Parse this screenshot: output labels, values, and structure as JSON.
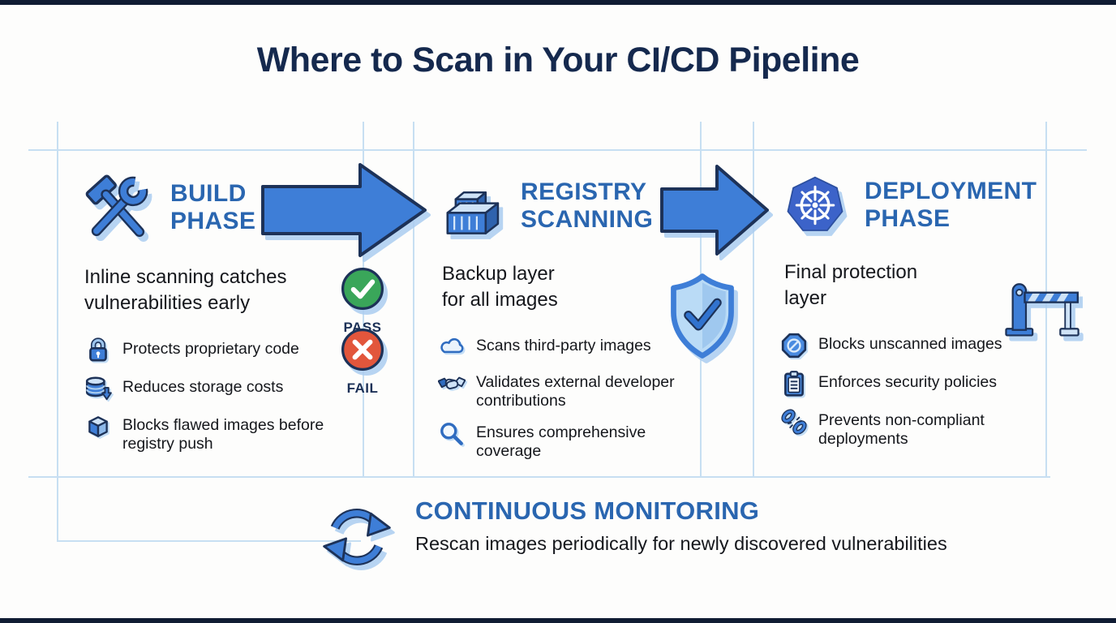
{
  "page": {
    "title": "Where to Scan in Your CI/CD Pipeline"
  },
  "colors": {
    "title_navy": "#15294e",
    "heading_blue": "#2a66b0",
    "primary_blue": "#3e7ed7",
    "outline_navy": "#1d3258",
    "shadow_blue": "#bcd9f3",
    "grid_line": "#c7dff2",
    "pass_green": "#3aa65a",
    "fail_red": "#e2563c",
    "body_text": "#15171c"
  },
  "columns": [
    {
      "icon": "hammer-wrench-icon",
      "title_lines": [
        "BUILD",
        "PHASE"
      ],
      "description_lines": [
        "Inline scanning catches",
        "vulnerabilities early"
      ],
      "bullets": [
        {
          "icon": "lock-icon",
          "text": "Protects proprietary code"
        },
        {
          "icon": "database-download-icon",
          "text": "Reduces storage costs"
        },
        {
          "icon": "package-box-icon",
          "text": "Blocks flawed images before registry push"
        }
      ]
    },
    {
      "icon": "container-stack-icon",
      "title_lines": [
        "REGISTRY",
        "SCANNING"
      ],
      "description_lines": [
        "Backup layer",
        "for all images"
      ],
      "bullets": [
        {
          "icon": "cloud-icon",
          "text": "Scans third-party images"
        },
        {
          "icon": "handshake-icon",
          "text": "Validates external developer contributions"
        },
        {
          "icon": "magnifier-icon",
          "text": "Ensures comprehensive coverage"
        }
      ]
    },
    {
      "icon": "kubernetes-helm-icon",
      "title_lines": [
        "DEPLOYMENT",
        "PHASE"
      ],
      "description_lines": [
        "Final protection",
        "layer"
      ],
      "bullets": [
        {
          "icon": "no-entry-octagon-icon",
          "text": "Blocks unscanned images"
        },
        {
          "icon": "clipboard-icon",
          "text": "Enforces security policies"
        },
        {
          "icon": "broken-chain-icon",
          "text": "Prevents non-compliant deployments"
        }
      ]
    }
  ],
  "badges": {
    "pass": {
      "label": "PASS",
      "icon": "check-circle-icon",
      "color": "#3aa65a"
    },
    "fail": {
      "label": "FAIL",
      "icon": "x-circle-icon",
      "color": "#e2563c"
    }
  },
  "flow": {
    "arrow_icon": "flow-arrow-icon",
    "shield_icon": "shield-check-icon",
    "barrier_icon": "barrier-gate-icon"
  },
  "monitoring": {
    "icon": "refresh-cycle-icon",
    "title": "CONTINUOUS MONITORING",
    "subtitle": "Rescan images periodically for newly discovered vulnerabilities"
  }
}
